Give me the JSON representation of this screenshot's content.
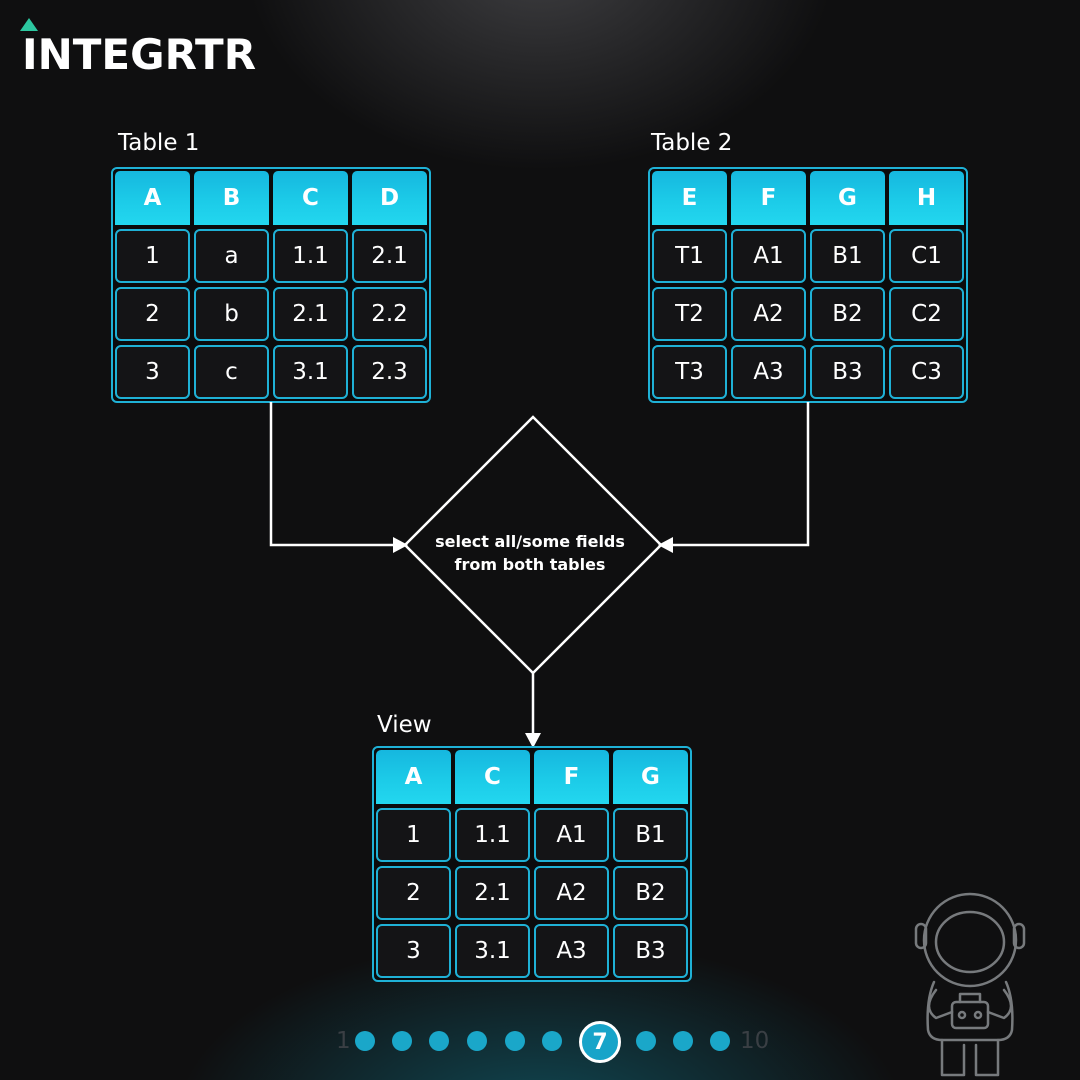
{
  "brand": {
    "logo_text": "INTEGRTR"
  },
  "table1": {
    "title": "Table 1",
    "headers": [
      "A",
      "B",
      "C",
      "D"
    ],
    "rows": [
      [
        "1",
        "a",
        "1.1",
        "2.1"
      ],
      [
        "2",
        "b",
        "2.1",
        "2.2"
      ],
      [
        "3",
        "c",
        "3.1",
        "2.3"
      ]
    ]
  },
  "table2": {
    "title": "Table 2",
    "headers": [
      "E",
      "F",
      "G",
      "H"
    ],
    "rows": [
      [
        "T1",
        "A1",
        "B1",
        "C1"
      ],
      [
        "T2",
        "A2",
        "B2",
        "C2"
      ],
      [
        "T3",
        "A3",
        "B3",
        "C3"
      ]
    ]
  },
  "process": {
    "line1": "select all/some fields",
    "line2": "from both tables"
  },
  "view": {
    "title": "View",
    "headers": [
      "A",
      "C",
      "F",
      "G"
    ],
    "rows": [
      [
        "1",
        "1.1",
        "A1",
        "B1"
      ],
      [
        "2",
        "2.1",
        "A2",
        "B2"
      ],
      [
        "3",
        "3.1",
        "A3",
        "B3"
      ]
    ]
  },
  "pagination": {
    "first": "1",
    "last": "10",
    "current": "7"
  },
  "colors": {
    "accent": "#1fb1d6",
    "logo_triangle": "#2cc7a0",
    "background": "#0f0f10"
  },
  "icons": [
    "astronaut-icon",
    "logo-triangle-icon"
  ]
}
